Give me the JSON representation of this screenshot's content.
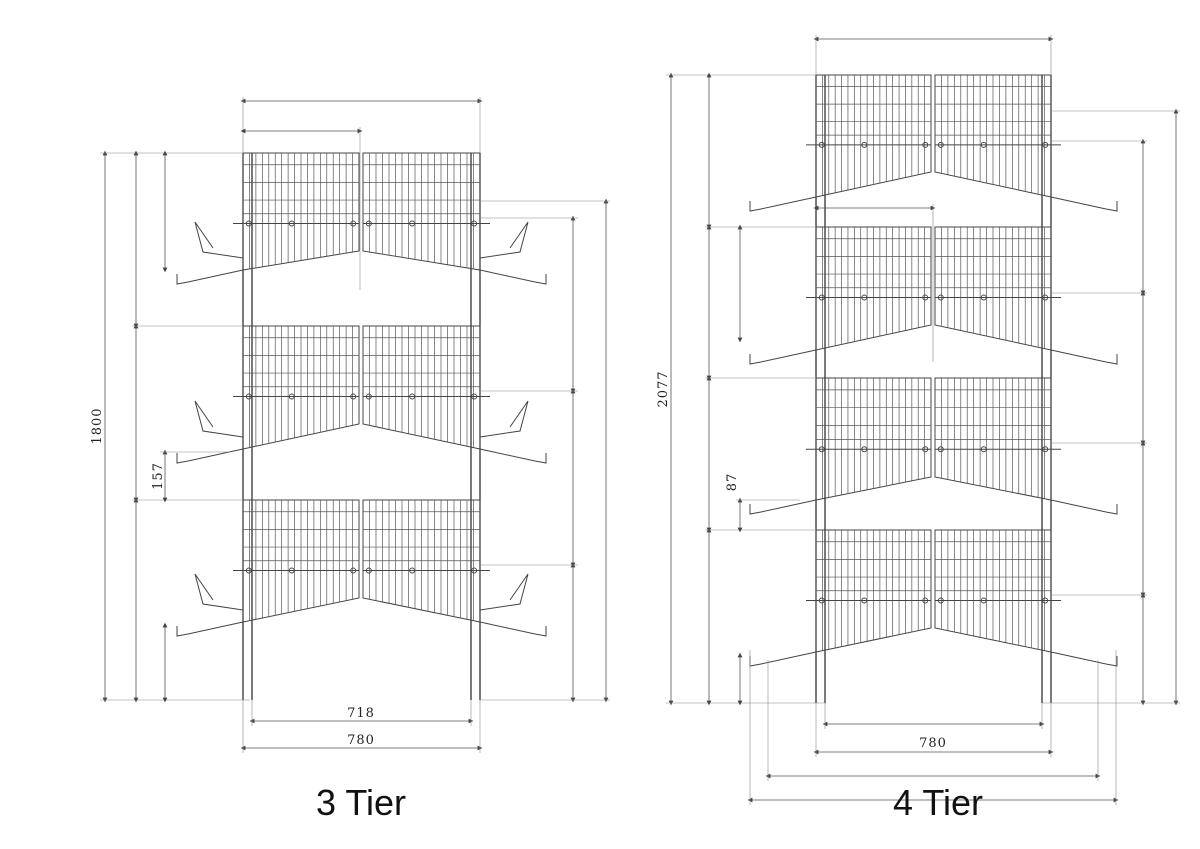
{
  "figures": [
    {
      "caption": "3 Tier",
      "overall_height_label": "1800",
      "tier_gap_label": "157",
      "inner_width_label": "718",
      "outer_width_label": "780"
    },
    {
      "caption": "4 Tier",
      "overall_height_label": "2077",
      "tier_gap_label": "87",
      "width_label": "780"
    }
  ]
}
